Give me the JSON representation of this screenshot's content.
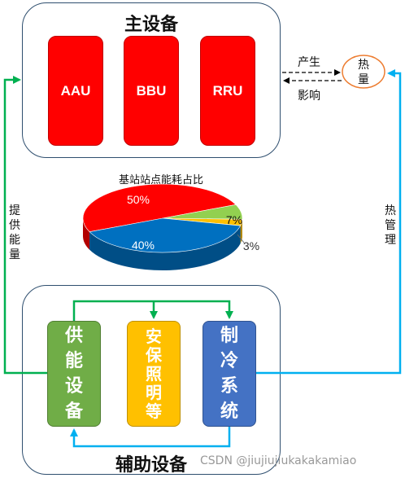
{
  "main_equipment": {
    "title": "主设备",
    "units": [
      "AAU",
      "BBU",
      "RRU"
    ]
  },
  "heat": {
    "label": "热量"
  },
  "arrows": {
    "produce": "产生",
    "affect": "影响",
    "supply_energy": "提供能量",
    "heat_management": "热管理"
  },
  "aux_equipment": {
    "title": "辅助设备",
    "power": "供能设备",
    "lighting": "安保照明等",
    "cooling": "制冷系统"
  },
  "chart_data": {
    "type": "pie",
    "title": "基站站点能耗占比",
    "slices": [
      {
        "value": 50,
        "label": "50%",
        "color": "#ff0000"
      },
      {
        "value": 7,
        "label": "7%",
        "color": "#92d050"
      },
      {
        "value": 3,
        "label": "3%",
        "color": "#ffc000"
      },
      {
        "value": 40,
        "label": "40%",
        "color": "#0070c0"
      }
    ]
  },
  "watermark": "CSDN @jiujiujiukakakamiao",
  "colors": {
    "red": "#ff0000",
    "green": "#70ad47",
    "yellow": "#ffc000",
    "blue": "#4472c4",
    "connector_blue": "#00b0f0",
    "connector_green": "#00b050"
  }
}
